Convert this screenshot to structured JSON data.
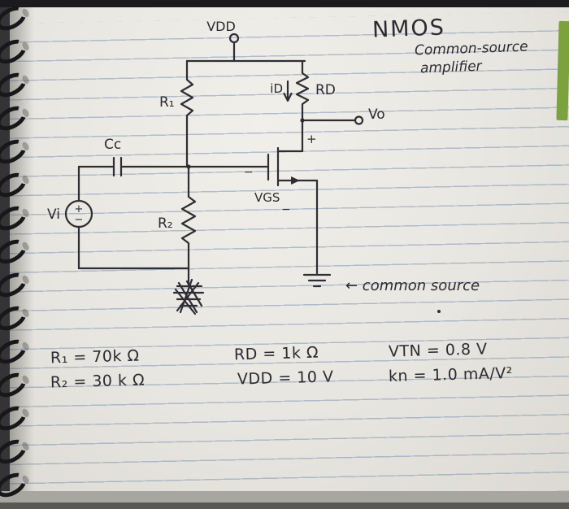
{
  "photo": {
    "paper_color": "#e8e6e0",
    "rule_line_color": "#728eb4",
    "ink_color": "#2c2b31",
    "cover_green": "#7ca23d"
  },
  "title": {
    "line1": "NMOS",
    "line2": "Common-source",
    "line3": "amplifier"
  },
  "circuit": {
    "vdd": "VDD",
    "r1": "R₁",
    "rd": "RD",
    "id": "iD",
    "vo": "Vo",
    "cc": "Cc",
    "vi": "Vi",
    "r2": "R₂",
    "vgs": "VGS",
    "plus": "+",
    "minus": "−",
    "note": "← common source"
  },
  "parameters": {
    "row1": [
      "R₁ = 70k Ω",
      "RD = 1k Ω",
      "VTN = 0.8 V"
    ],
    "row2": [
      "R₂ = 30 k Ω",
      "VDD = 10 V",
      "kn = 1.0 mA/V²"
    ]
  }
}
